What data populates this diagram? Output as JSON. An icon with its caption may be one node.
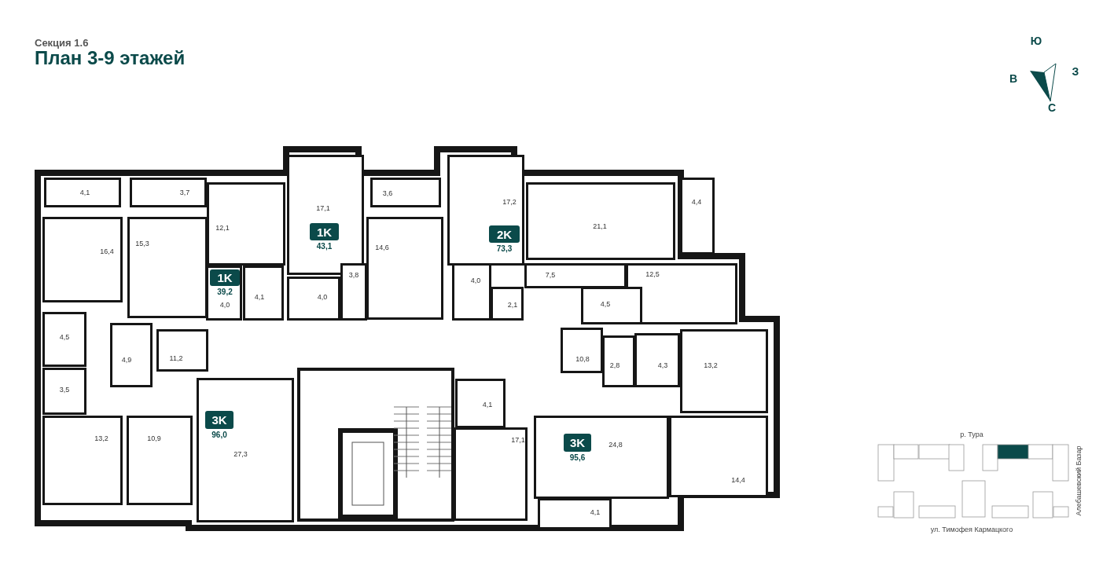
{
  "diagram": {
    "title": "План 3-9 этажей",
    "nodes": [
      {
        "text": [
          "4,1"
        ]
      },
      {
        "text": [
          "3,7"
        ]
      },
      {
        "text": [
          "17,1"
        ]
      },
      {
        "text": [
          "3,6"
        ]
      },
      {
        "text": [
          "17,2"
        ]
      },
      {
        "text": [
          "21,1"
        ]
      },
      {
        "text": [
          "4,4"
        ]
      },
      {
        "text": [
          "12,1"
        ]
      },
      {
        "text": [
          "16,4"
        ]
      },
      {
        "text": [
          "15,3"
        ]
      },
      {
        "text": [
          "14,6"
        ]
      },
      {
        "text": [
          "4,0"
        ]
      },
      {
        "text": [
          "4,1"
        ]
      },
      {
        "text": [
          "4,0"
        ]
      },
      {
        "text": [
          "3,8"
        ]
      },
      {
        "text": [
          "4,0"
        ]
      },
      {
        "text": [
          "2,1"
        ]
      },
      {
        "text": [
          "7,5"
        ]
      },
      {
        "text": [
          "12,5"
        ]
      },
      {
        "text": [
          "4,5"
        ]
      },
      {
        "text": [
          "4,5"
        ]
      },
      {
        "text": [
          "4,9"
        ]
      },
      {
        "text": [
          "11,2"
        ]
      },
      {
        "text": [
          "10,8"
        ]
      },
      {
        "text": [
          "2,8"
        ]
      },
      {
        "text": [
          "4,3"
        ]
      },
      {
        "text": [
          "13,2"
        ]
      },
      {
        "text": [
          "3,5"
        ]
      },
      {
        "text": [
          "4,1"
        ]
      },
      {
        "text": [
          "13,2"
        ]
      },
      {
        "text": [
          "10,9"
        ]
      },
      {
        "text": [
          "27,3"
        ]
      },
      {
        "text": [
          "17,1"
        ]
      },
      {
        "text": [
          "24,8"
        ]
      },
      {
        "text": [
          "14,4"
        ]
      },
      {
        "text": [
          "4,1"
        ]
      },
      {
        "text": [
          "1K"
        ],
        "in": 11,
        "beside": [
          "39,2"
        ]
      },
      {
        "text": [
          "1K"
        ],
        "in": 2,
        "beside": [
          "43,1"
        ]
      },
      {
        "text": [
          "2K"
        ],
        "in": 4,
        "beside": [
          "73,3"
        ]
      },
      {
        "text": [
          "3K"
        ],
        "in": 31,
        "beside": [
          "96,0"
        ]
      },
      {
        "text": [
          "3K"
        ],
        "in": 33,
        "beside": [
          "95,6"
        ]
      }
    ],
    "edges": [],
    "labels": [
      "Секция 1.6",
      "Ю",
      "В",
      "З",
      "С",
      "р. Тура",
      "Алебашевский Базар",
      "ул. Тимофея Кармацкого"
    ]
  }
}
